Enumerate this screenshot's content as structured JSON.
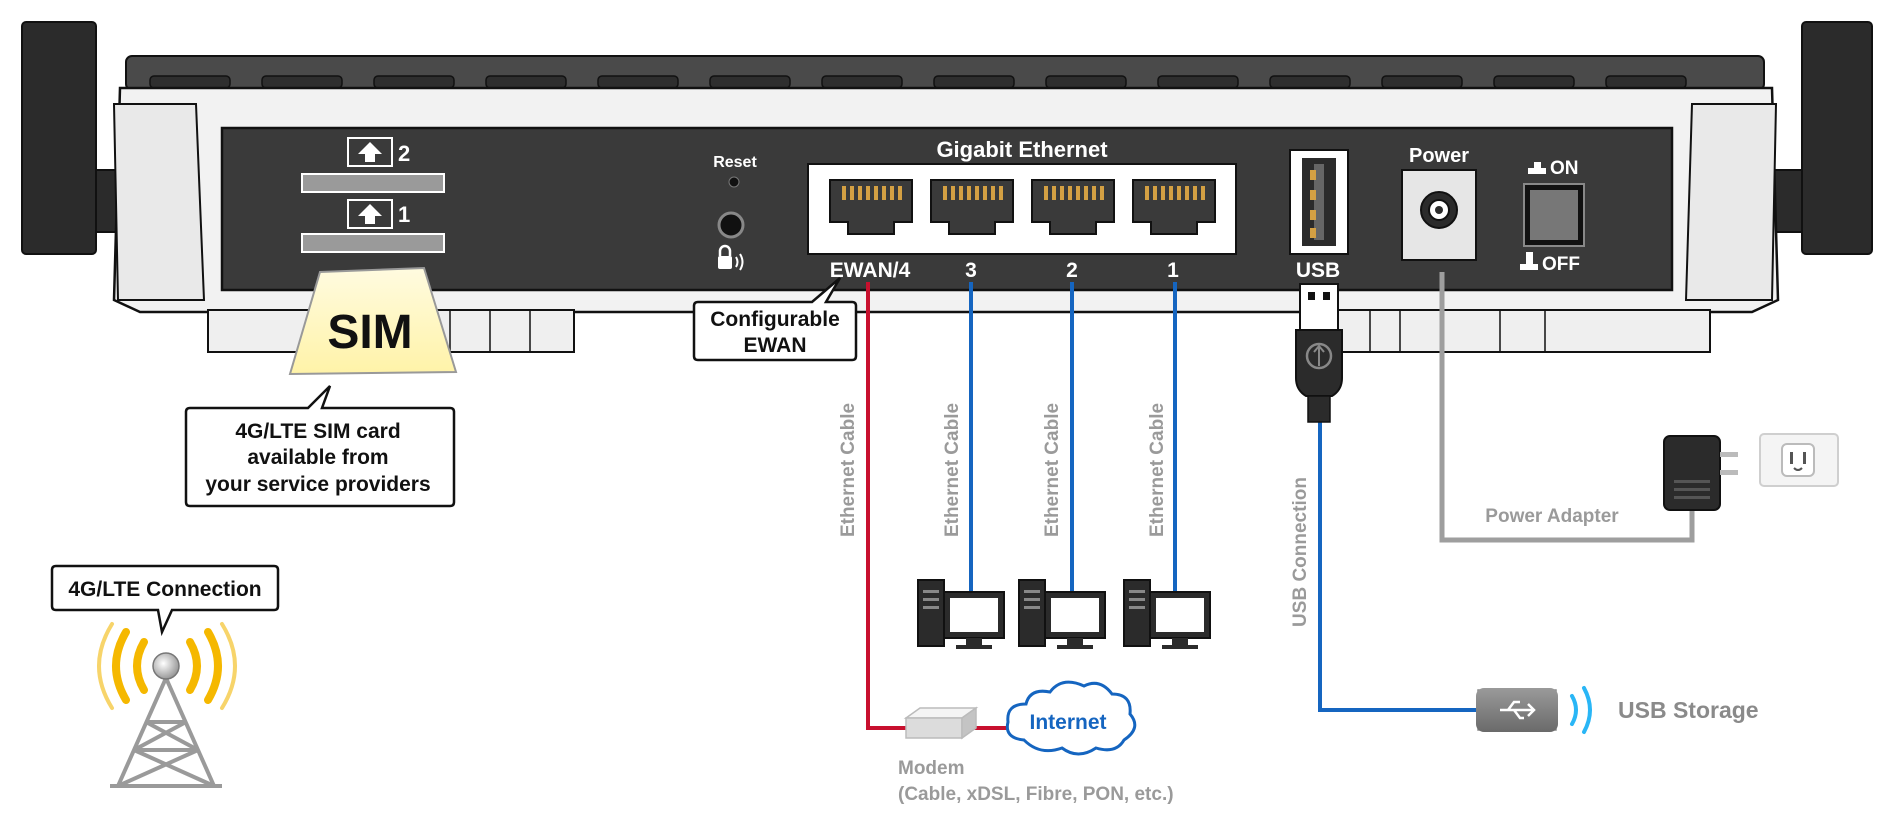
{
  "router": {
    "sim_slot_2": "2",
    "sim_slot_1": "1",
    "reset_label": "Reset",
    "ethernet_title": "Gigabit Ethernet",
    "port_labels": [
      "EWAN/4",
      "3",
      "2",
      "1"
    ],
    "usb_label": "USB",
    "power_label": "Power",
    "on_label": "ON",
    "off_label": "OFF"
  },
  "sim_card": {
    "label": "SIM",
    "callout_lines": [
      "4G/LTE SIM card",
      "available from",
      "your service providers"
    ]
  },
  "ewan_callout": {
    "lines": [
      "Configurable",
      "EWAN"
    ]
  },
  "lte": {
    "callout": "4G/LTE Connection"
  },
  "cables": {
    "ethernet_cable": "Ethernet Cable",
    "usb_connection": "USB Connection",
    "power_adapter": "Power Adapter"
  },
  "devices": {
    "internet": "Internet",
    "modem_title": "Modem",
    "modem_detail": "(Cable, xDSL, Fibre, PON, etc.)",
    "usb_storage": "USB Storage"
  },
  "colors": {
    "wan_cable": "#c8102e",
    "lan_cable": "#1565c0",
    "usb_cable": "#1565c0",
    "power_cable": "#9e9e9e",
    "panel": "#3a3a3a",
    "internet_text": "#1565c0",
    "signal": "#f5b800"
  }
}
